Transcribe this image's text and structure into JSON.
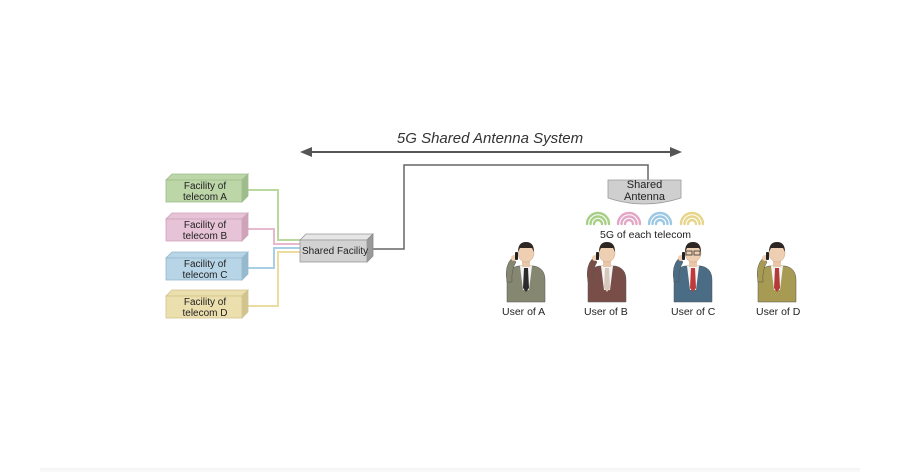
{
  "title": "5G Shared Antenna System",
  "facilities": [
    {
      "label_line1": "Facility of",
      "label_line2": "telecom A",
      "color": "#bcd6a8",
      "side": "#9fbd8c",
      "line": "#b9d99e"
    },
    {
      "label_line1": "Facility of",
      "label_line2": "telecom B",
      "color": "#e6c3d6",
      "side": "#cfa4bb",
      "line": "#e8b8cf"
    },
    {
      "label_line1": "Facility of",
      "label_line2": "telecom C",
      "color": "#b7d5e6",
      "side": "#95b9cd",
      "line": "#a9cfe6"
    },
    {
      "label_line1": "Facility of",
      "label_line2": "telecom D",
      "color": "#ecdfae",
      "side": "#d2c48e",
      "line": "#ecdca0"
    }
  ],
  "shared_facility": {
    "label": "Shared Facility"
  },
  "shared_antenna": {
    "label_line1": "Shared",
    "label_line2": "Antenna"
  },
  "signals_caption": "5G of each telecom",
  "signal_colors": [
    "#a8cf86",
    "#e3a6c6",
    "#9cc8e4",
    "#e7d58a"
  ],
  "users": [
    {
      "label": "User of A",
      "suit": "#858770",
      "tie": "#2b2b2b",
      "glasses": false
    },
    {
      "label": "User of B",
      "suit": "#7a4e48",
      "tie": "#d7c7bd",
      "glasses": false
    },
    {
      "label": "User of C",
      "suit": "#4a6c84",
      "tie": "#c03a3a",
      "glasses": true
    },
    {
      "label": "User of D",
      "suit": "#a79a52",
      "tie": "#b43a3a",
      "glasses": false
    }
  ]
}
